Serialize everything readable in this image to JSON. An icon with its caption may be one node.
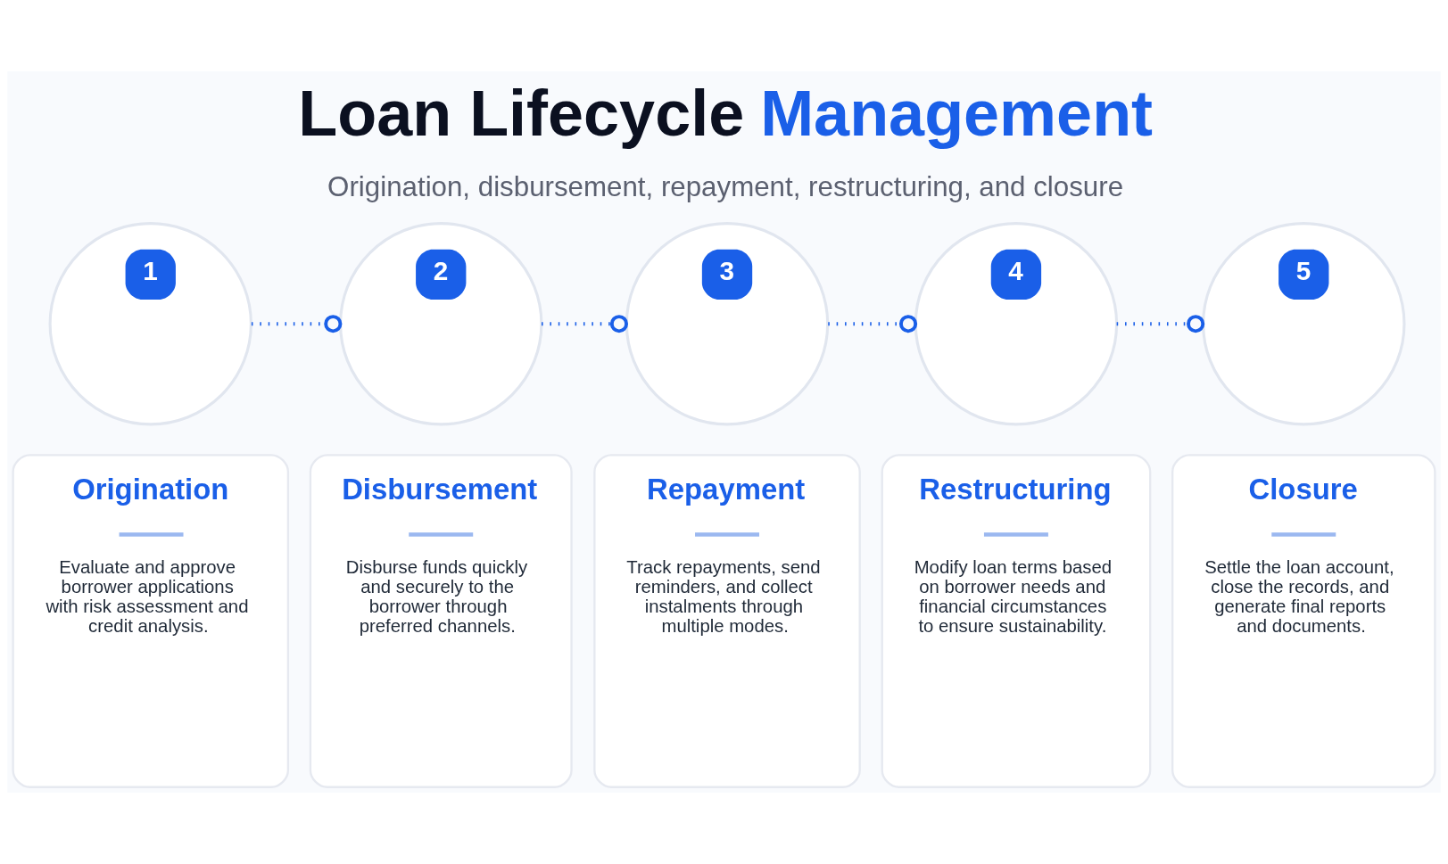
{
  "diagram": {
    "title": "Loan Lifecycle Management",
    "caption": "Origination, disbursement, repayment, restructuring, and closure",
    "nodes": [
      {
        "text": [
          "1"
        ]
      },
      {
        "text": [
          "2"
        ]
      },
      {
        "text": [
          "3"
        ]
      },
      {
        "text": [
          "4"
        ]
      },
      {
        "text": [
          "5"
        ]
      },
      {
        "text": [
          "Origination",
          "Evaluate and approve borrower applications with risk assessment and credit analysis."
        ]
      },
      {
        "text": [
          "Disbursement",
          "Disburse funds quickly and securely to the borrower through preferred channels."
        ]
      },
      {
        "text": [
          "Repayment",
          "Track repayments, send reminders, and collect instalments through multiple modes."
        ]
      },
      {
        "text": [
          "Restructuring",
          "Modify loan terms based on borrower needs and financial circumstances to ensure sustainability."
        ]
      },
      {
        "text": [
          "Closure",
          "Settle the loan account, close the records, and generate final reports and documents."
        ]
      }
    ],
    "edges": [
      {
        "from": 0,
        "to": 1,
        "arrow": "other",
        "style": "dashed"
      },
      {
        "from": 1,
        "to": 2,
        "arrow": "other",
        "style": "dashed"
      },
      {
        "from": 2,
        "to": 3,
        "arrow": "other",
        "style": "dashed"
      },
      {
        "from": 3,
        "to": 4,
        "arrow": "other",
        "style": "dashed"
      }
    ]
  }
}
